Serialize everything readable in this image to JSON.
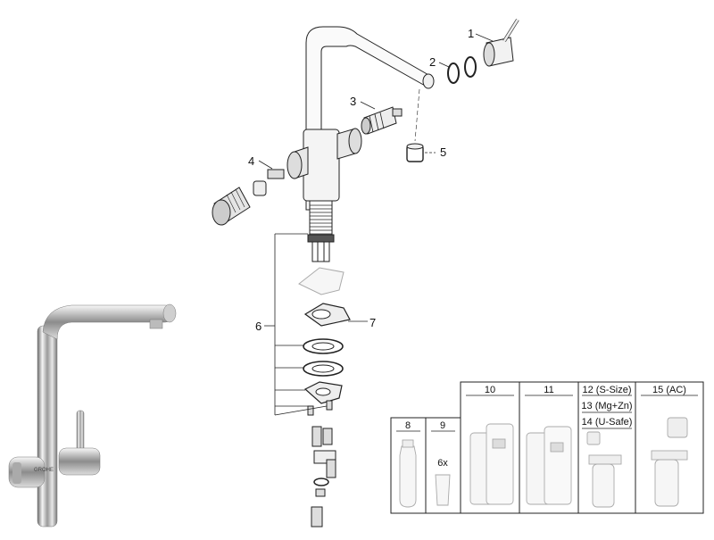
{
  "callouts": {
    "c1": "1",
    "c2": "2",
    "c3": "3",
    "c4": "4",
    "c5": "5",
    "c6": "6",
    "c7": "7"
  },
  "table": {
    "col8": "8",
    "col9": "9",
    "col9_qty": "6x",
    "col10": "10",
    "col11": "11",
    "col12": "12 (S-Size)",
    "col13": "13 (Mg+Zn)",
    "col14": "14 (U-Safe)",
    "col15": "15 (AC)"
  },
  "colors": {
    "line": "#222222",
    "chrome_dark": "#5a5a5a",
    "chrome_light": "#f2f2f2"
  }
}
